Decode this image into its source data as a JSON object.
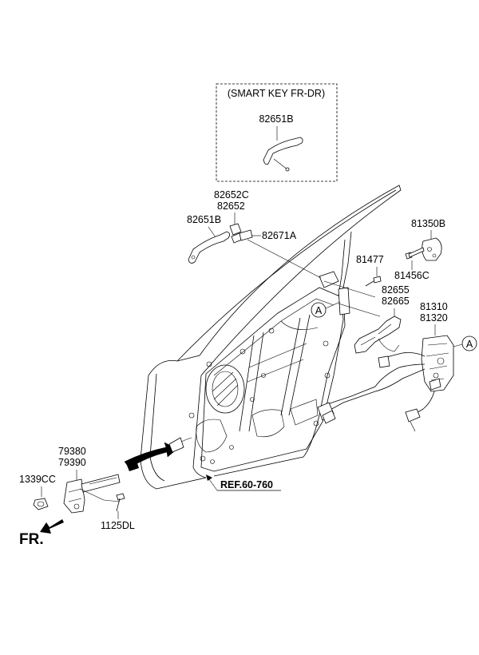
{
  "smart_key_box_label": "(SMART KEY FR-DR)",
  "labels": {
    "p82651B_top": "82651B",
    "p82652C": "82652C",
    "p82652": "82652",
    "p82651B": "82651B",
    "p82671A": "82671A",
    "p81350B": "81350B",
    "p81477": "81477",
    "p81456C": "81456C",
    "p82655": "82655",
    "p82665": "82665",
    "p81310": "81310",
    "p81320": "81320",
    "p79380": "79380",
    "p79390": "79390",
    "p1339CC": "1339CC",
    "p1125DL": "1125DL",
    "ref": "REF.60-760",
    "fr": "FR.",
    "callout_a1": "A",
    "callout_a2": "A"
  }
}
